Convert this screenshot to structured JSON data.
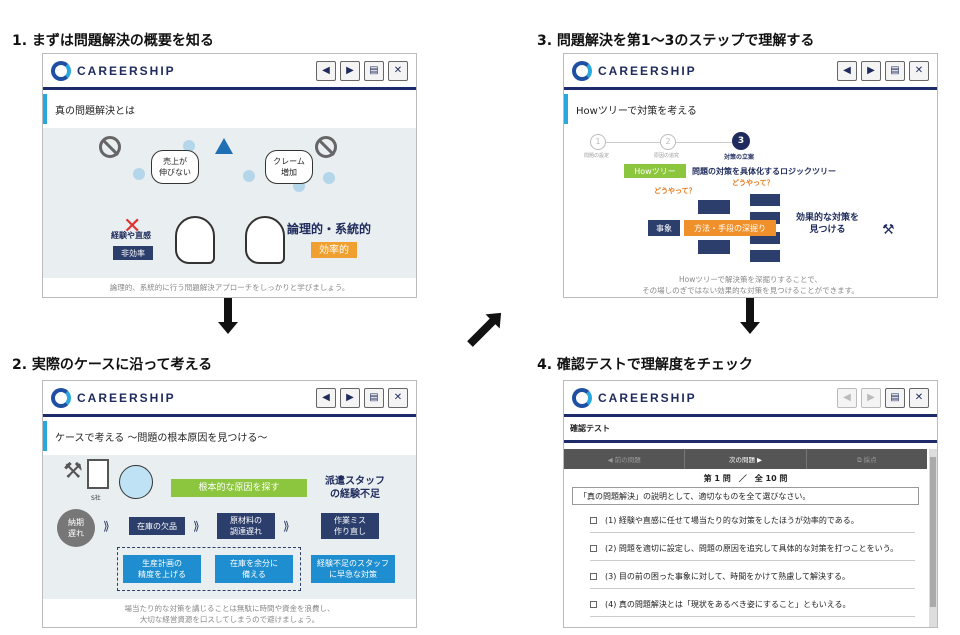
{
  "steps": [
    {
      "title": "1. まずは問題解決の概要を知る"
    },
    {
      "title": "2. 実際のケースに沿って考える"
    },
    {
      "title": "3. 問題解決を第1～3のステップで理解する"
    },
    {
      "title": "4. 確認テストで理解度をチェック"
    }
  ],
  "app": {
    "logo_text": "CAREERSHIP"
  },
  "toolbar": {
    "prev": "◀",
    "next": "▶",
    "note": "▤",
    "close": "✕"
  },
  "panel1": {
    "slide_title": "真の問題解決とは",
    "bubble_left": "売上が\n伸びない",
    "bubble_right": "クレーム\n増加",
    "experience_label": "経験や直感",
    "inefficient": "非効率",
    "logical": "論理的・系統的",
    "efficient": "効率的",
    "caption": "論理的、系統的に行う問題解決アプローチをしっかりと学びましょう。"
  },
  "panel2": {
    "slide_title": "ケースで考える ～問題の根本原因を見つける～",
    "company": "S社",
    "root_cause": "根本的な原因を探す",
    "conclusion": "派遣スタッフ\nの経験不足",
    "late": "納期\n遅れ",
    "stockout": "在庫の欠品",
    "material_delay": "原材料の\n調達遅れ",
    "work_mistake": "作業ミス\n作り直し",
    "plan_accuracy": "生産計画の\n精度を上げる",
    "stock_extra": "在庫を余分に\n備える",
    "early_action": "経験不足のスタッフ\nに早急な対策",
    "caption": "場当たり的な対策を講じることは無駄に時間や資金を浪費し、\n大切な経営資源を口スしてしまうので避けましょう。"
  },
  "panel3": {
    "slide_title": "Howツリーで対策を考える",
    "step1_num": "1",
    "step1_label": "問題の設定",
    "step2_num": "2",
    "step2_label": "原因の追究",
    "step3_num": "3",
    "step3_label": "対策の立案",
    "how_tree": "Howツリー",
    "how_desc": "問題の対策を具体化するロジックツリー",
    "how_q1": "どうやって？",
    "how_q2": "どうやって？",
    "event": "事象",
    "deepen": "方法・手段の深掘り",
    "effective": "効果的な対策を\n見つける",
    "caption": "Howツリーで解決策を深掘りすることで、\nその場しのぎではない効果的な対策を見つけることができます。"
  },
  "panel4": {
    "slide_title": "確認テスト",
    "prev_q": "◀ 前の問題",
    "next_q": "次の問題 ▶",
    "grade": "⧉ 採点",
    "counter": "第 1 問　／　全 10 問",
    "question": "「真の問題解決」の説明として、適切なものを全て選びなさい。",
    "options": [
      "(1) 経験や直感に任せて場当たり的な対策をしたほうが効率的である。",
      "(2) 問題を適切に設定し、問題の原因を追究して具体的な対策を打つことをいう。",
      "(3) 目の前の困った事象に対して、時間をかけて熟慮して解決する。",
      "(4) 真の問題解決とは「現状をあるべき姿にすること」ともいえる。"
    ]
  }
}
